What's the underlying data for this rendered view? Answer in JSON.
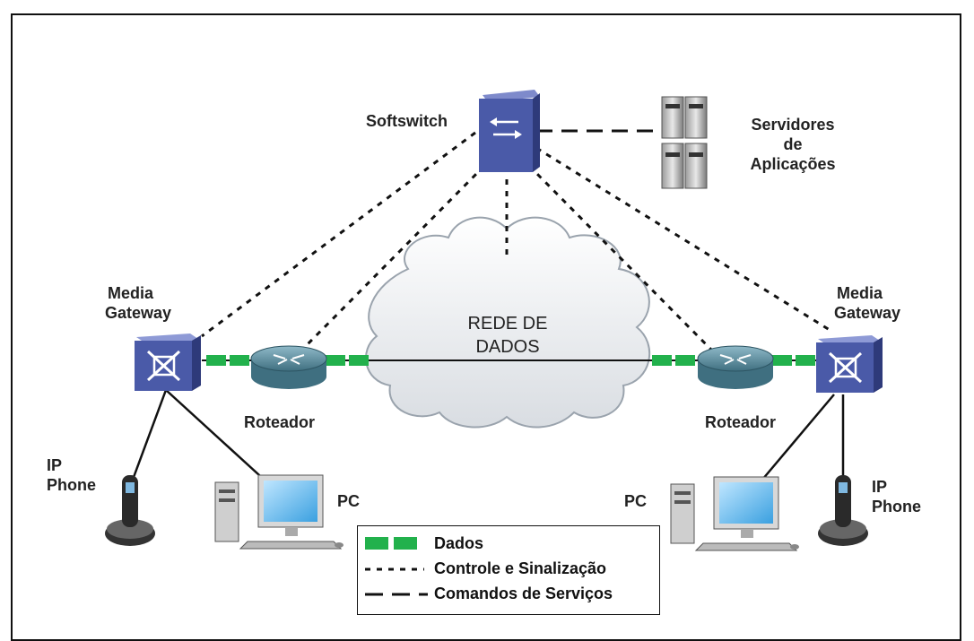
{
  "nodes": {
    "softswitch": "Softswitch",
    "app_servers": [
      "Servidores",
      "de",
      "Aplicações"
    ],
    "mg_left": [
      "Media",
      "Gateway"
    ],
    "mg_right": [
      "Media",
      "Gateway"
    ],
    "router_left": "Roteador",
    "router_right": "Roteador",
    "ip_phone_left": [
      "IP",
      "Phone"
    ],
    "ip_phone_right": [
      "IP",
      "Phone"
    ],
    "pc_left": "PC",
    "pc_right": "PC",
    "cloud": [
      "REDE DE",
      "DADOS"
    ]
  },
  "legend": {
    "items": [
      {
        "label": "Dados",
        "style": "green-blocks"
      },
      {
        "label": "Controle e Sinalização",
        "style": "dotted"
      },
      {
        "label": "Comandos de Serviços",
        "style": "dashed"
      }
    ]
  },
  "colors": {
    "device_blue": "#4a5aa8",
    "data_green": "#22b14c",
    "router_teal": "#5f8fa0",
    "cloud_fill": "#eef0f2"
  }
}
